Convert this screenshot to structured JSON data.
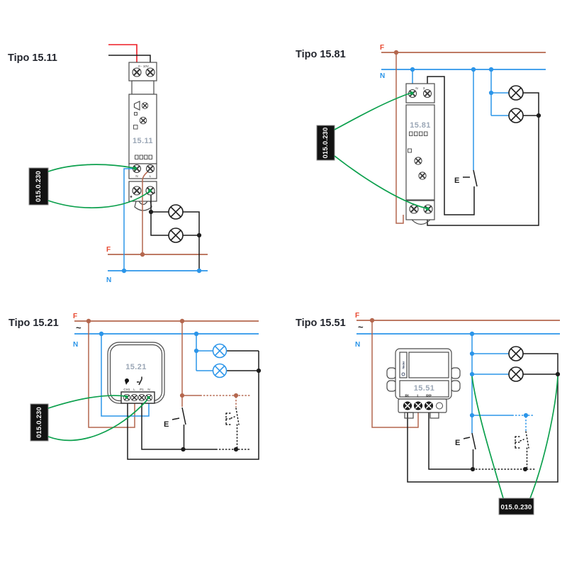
{
  "colors": {
    "phase": "#b4674e",
    "phaselab": "#e8452c",
    "neutral": "#2b95e9",
    "hot": "#ed1c24",
    "green": "#0ca04d",
    "wire": "#1d1d1d",
    "outline": "#4a4a4a",
    "devtext": "#9ba7b6",
    "badgebg": "#121212",
    "badgetx": "#ffffff",
    "title": "#23262e"
  },
  "diagrams": {
    "d1511": {
      "title": "Tipo 15.11",
      "device": "15.11",
      "top_label": "0 - 10V",
      "term_n": "N",
      "term_l": "L",
      "f": "F",
      "n": "N",
      "badge": "015.0.230"
    },
    "d1581": {
      "title": "Tipo 15.81",
      "device": "15.81",
      "term_n": "N",
      "term_3": "3",
      "e": "E",
      "f": "F",
      "n": "N",
      "badge": "015.0.230"
    },
    "d1521": {
      "title": "Tipo 15.21",
      "device": "15.21",
      "term_ch1": "CH1",
      "term_l": "L",
      "term_p1": "P1",
      "term_n": "N",
      "e": "E",
      "f": "F",
      "n": "N",
      "ac": "~",
      "badge": "015.0.230"
    },
    "d1551": {
      "title": "Tipo 15.51",
      "device": "15.51",
      "brand": "finder",
      "term_rl": "RL",
      "term_l": "L",
      "term_rp": "RP",
      "e": "E",
      "f": "F",
      "n": "N",
      "ac": "~",
      "badge": "015.0.230"
    }
  }
}
